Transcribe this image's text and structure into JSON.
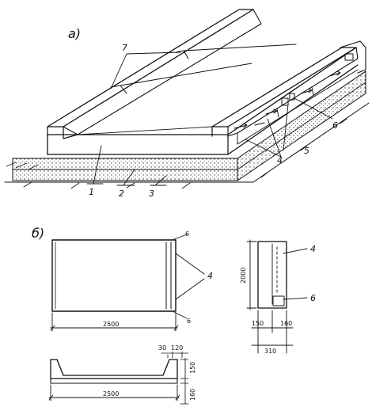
{
  "section_a": {
    "label": "а)",
    "callouts": [
      "1",
      "2",
      "3",
      "4",
      "5",
      "6",
      "7"
    ]
  },
  "section_b": {
    "label": "б)",
    "plan": {
      "width_dim": "2500",
      "callout_top": "6",
      "callout_mid": "4",
      "callout_bottom": "6"
    },
    "section": {
      "width_dim": "2500",
      "dim_30": "30",
      "dim_120": "120",
      "dim_150": "150",
      "dim_160": "160"
    },
    "side": {
      "height_dim": "2000",
      "dim_left": "150",
      "dim_right": "160",
      "dim_total": "310",
      "callout_top": "4",
      "callout_bottom": "6"
    }
  },
  "colors": {
    "ink": "#111111",
    "paper": "#ffffff"
  }
}
